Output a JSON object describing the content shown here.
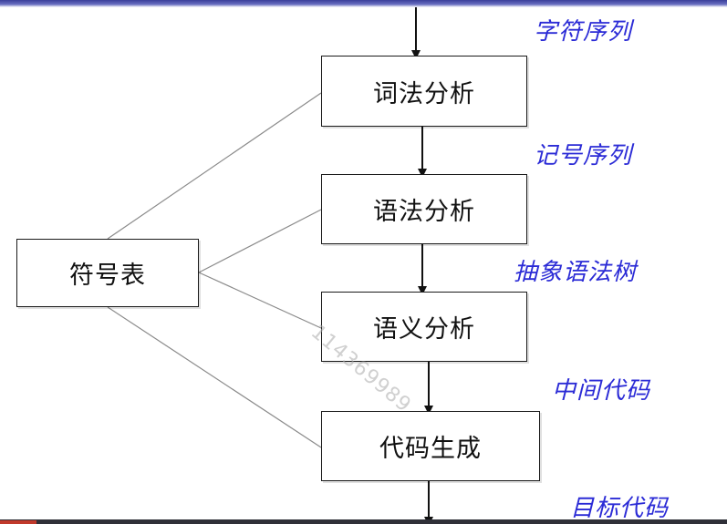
{
  "diagram": {
    "stages": [
      {
        "id": "lexical",
        "label": "词法分析"
      },
      {
        "id": "syntax",
        "label": "语法分析"
      },
      {
        "id": "semantic",
        "label": "语义分析"
      },
      {
        "id": "codegen",
        "label": "代码生成"
      }
    ],
    "symbol_table": {
      "label": "符号表"
    },
    "flow_labels": [
      {
        "id": "char-seq",
        "label": "字符序列"
      },
      {
        "id": "token-seq",
        "label": "记号序列"
      },
      {
        "id": "ast",
        "label": "抽象语法树"
      },
      {
        "id": "ir",
        "label": "中间代码"
      },
      {
        "id": "target",
        "label": "目标代码"
      }
    ],
    "watermark": "114369989"
  },
  "colors": {
    "label_blue": "#2b2bd6",
    "box_border": "#1a1a1a",
    "connector_gray": "#7a7a7a"
  }
}
